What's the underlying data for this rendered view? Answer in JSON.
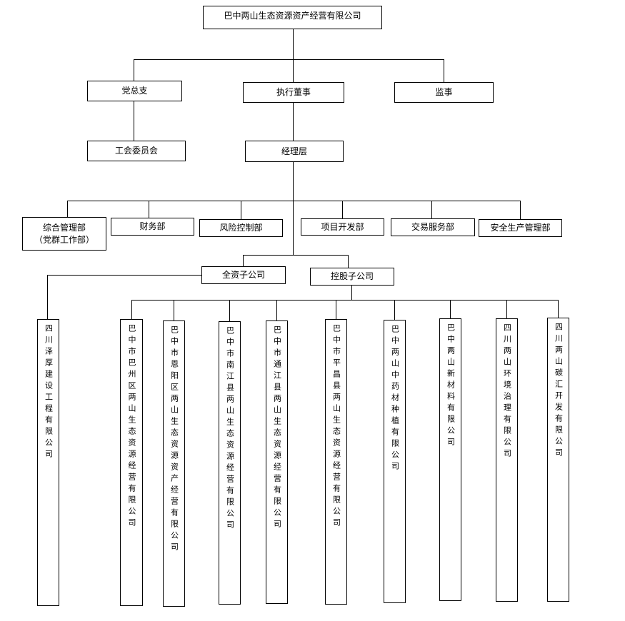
{
  "root": "巴中两山生态资源资产经营有限公司",
  "level2": {
    "party": "党总支",
    "executive": "执行董事",
    "supervisor": "监事"
  },
  "union": "工会委员会",
  "management": "经理层",
  "departments": [
    {
      "label": "综合管理部",
      "sub": "（党群工作部）"
    },
    {
      "label": "财务部"
    },
    {
      "label": "风险控制部"
    },
    {
      "label": "项目开发部"
    },
    {
      "label": "交易服务部"
    },
    {
      "label": "安全生产管理部"
    }
  ],
  "wholly_owned": {
    "label": "全资子公司",
    "companies": [
      "四川泽厚建设工程有限公司"
    ]
  },
  "holding": {
    "label": "控股子公司",
    "companies": [
      "巴中市巴州区两山生态资源经营有限公司",
      "巴中市恩阳区两山生态资源资产经营有限公司",
      "巴中市南江县两山生态资源经营有限公司",
      "巴中市通江县两山生态资源经营有限公司",
      "巴中市平昌县两山生态资源经营有限公司",
      "巴中两山中药材种植有限公司",
      "巴中两山新材料有限公司",
      "四川两山环境治理有限公司",
      "四川两山碳汇开发有限公司"
    ]
  }
}
